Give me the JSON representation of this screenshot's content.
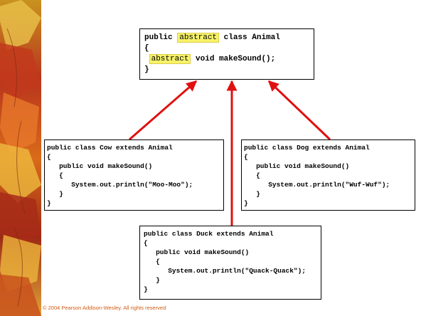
{
  "leaf_strip": {
    "image": "autumn-leaves-decoration"
  },
  "diagram": {
    "base_class": {
      "line1_pre": "public ",
      "line1_keyword": "abstract",
      "line1_post": " class Animal",
      "line2": "{",
      "line3_keyword": "abstract",
      "line3_post": " void makeSound();",
      "line4": "}"
    },
    "cow_class": [
      "public class Cow extends Animal",
      "{",
      "   public void makeSound()",
      "   {",
      "      System.out.println(\"Moo-Moo\");",
      "   }",
      "}"
    ],
    "dog_class": [
      "public class Dog extends Animal",
      "{",
      "   public void makeSound()",
      "   {",
      "      System.out.println(\"Wuf-Wuf\");",
      "   }",
      "}"
    ],
    "duck_class": [
      "public class Duck extends Animal",
      "{",
      "   public void makeSound()",
      "   {",
      "      System.out.println(\"Quack-Quack\");",
      "   }",
      "}"
    ],
    "arrow_color": "#e01010",
    "highlight_color": "#f6f26a"
  },
  "footer": {
    "copyright": "© 2004 Pearson Addison-Wesley. All rights reserved"
  }
}
